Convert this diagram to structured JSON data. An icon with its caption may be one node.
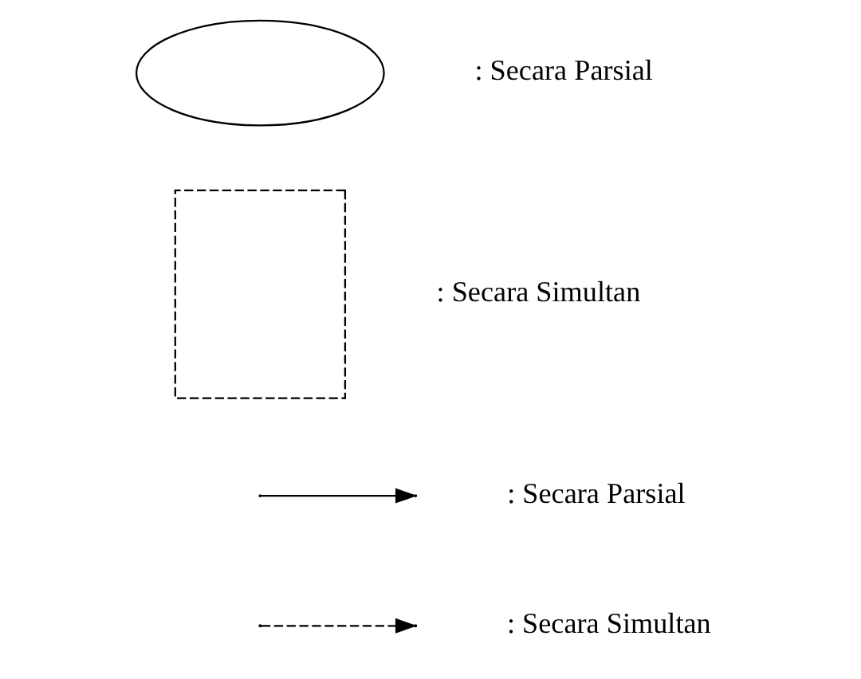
{
  "diagram": {
    "nodes": [
      {
        "text": [],
        "shape": "ellipse"
      },
      {
        "text": [],
        "shape": "box"
      }
    ],
    "legend": [
      {
        "text": ": Secara Parsial"
      },
      {
        "text": ": Secara Simultan"
      },
      {
        "text": ": Secara Parsial"
      },
      {
        "text": ": Secara Simultan"
      }
    ]
  }
}
